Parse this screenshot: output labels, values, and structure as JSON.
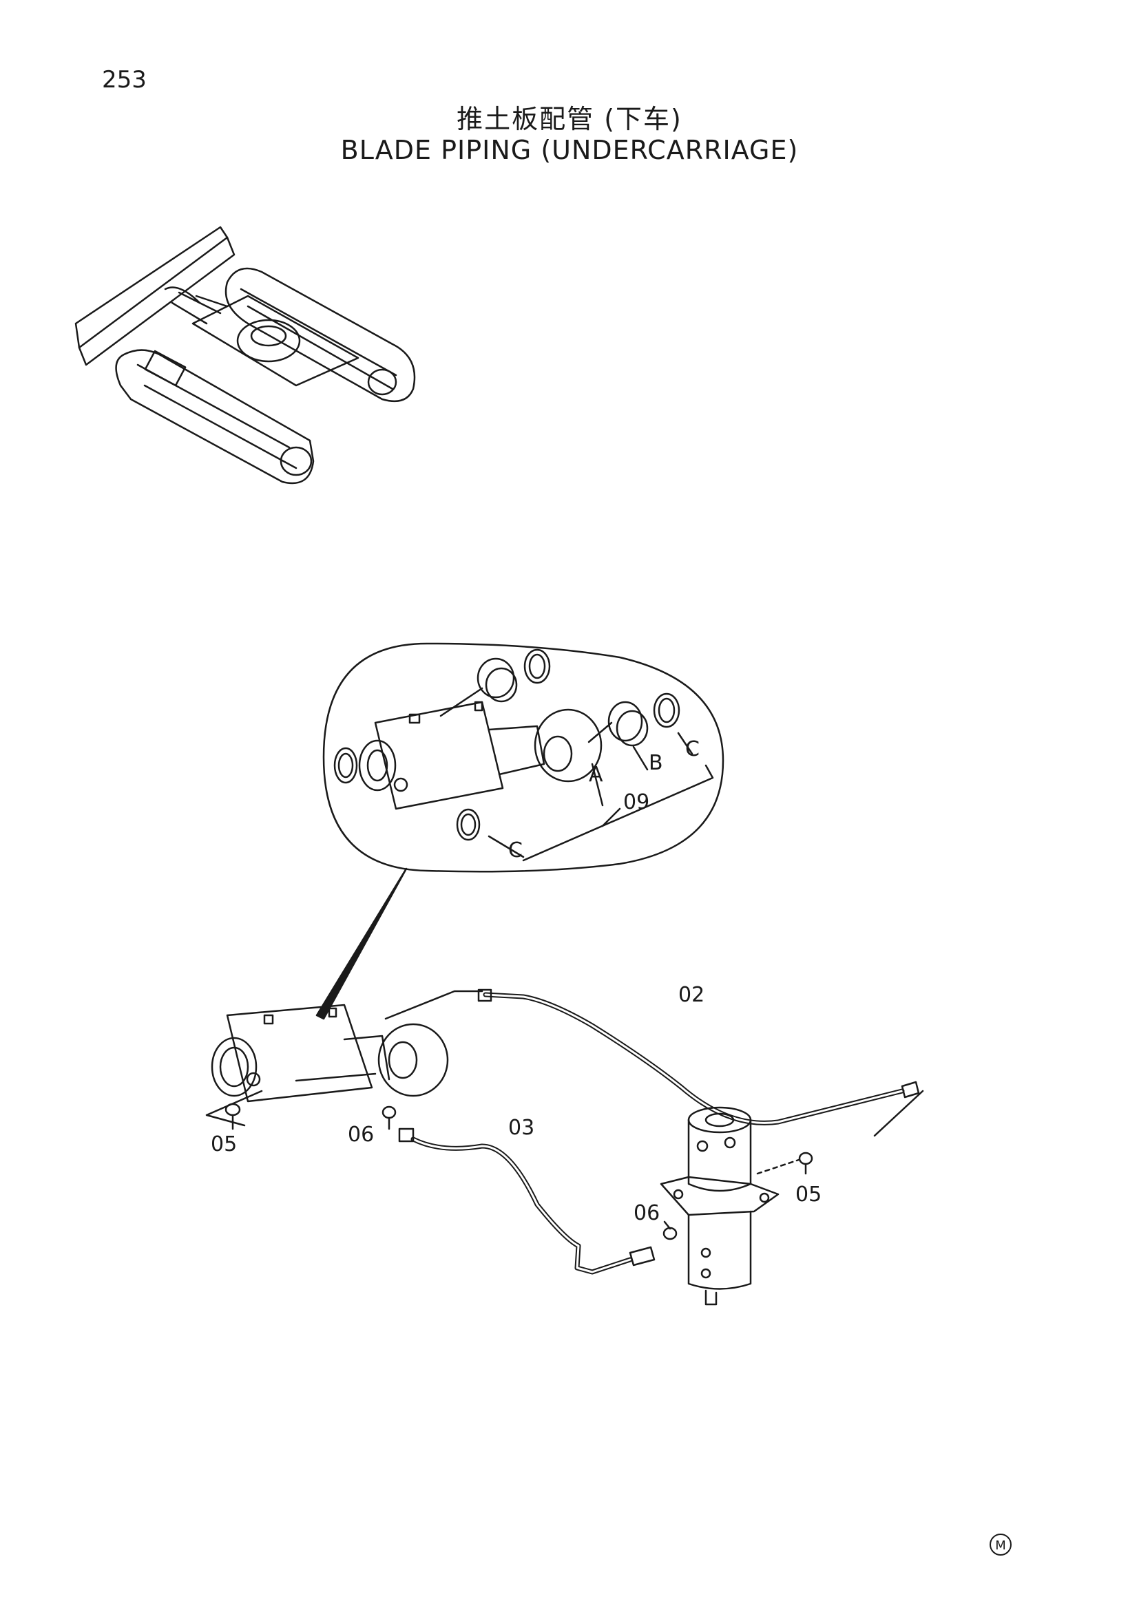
{
  "page": {
    "number": "253",
    "title_cn": "推土板配管 (下车)",
    "title_en": "BLADE PIPING (UNDERCARRIAGE)",
    "mark": "M"
  },
  "callouts": {
    "part_02": "02",
    "part_03": "03",
    "part_05_left": "05",
    "part_05_right": "05",
    "part_06_left": "06",
    "part_06_right": "06",
    "part_09": "09",
    "label_a": "A",
    "label_b": "B",
    "label_c_top": "C",
    "label_c_bottom": "C"
  },
  "colors": {
    "ink": "#1a1a1a",
    "paper": "#ffffff"
  }
}
